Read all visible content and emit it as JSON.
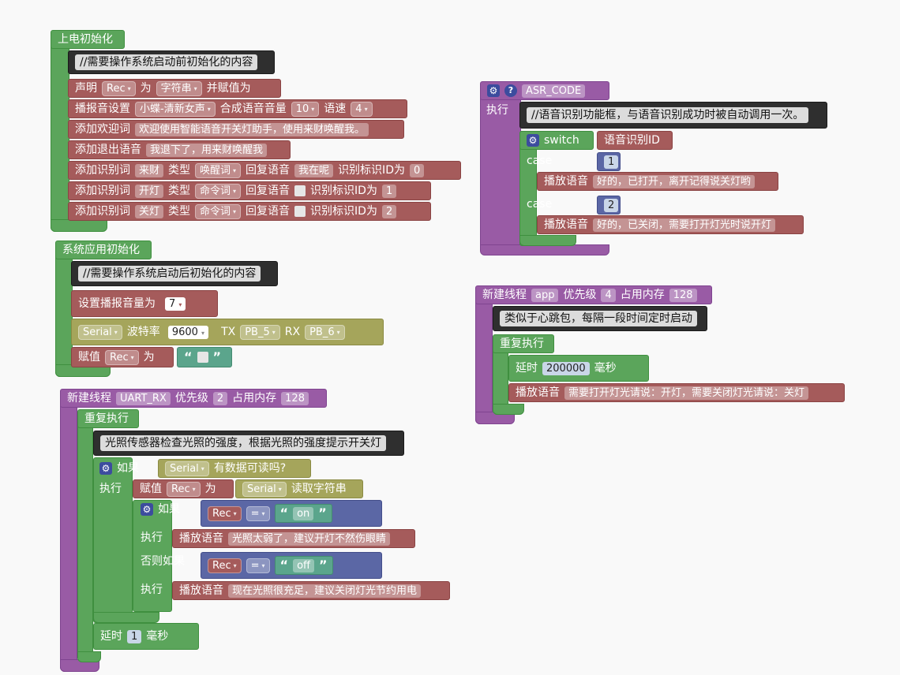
{
  "power_on": {
    "title": "上电初始化",
    "comment": "//需要操作系统启动前初始化的内容",
    "declare": {
      "label": "声明",
      "var": "Rec",
      "as": "为",
      "type": "字符串",
      "assign": "并赋值为"
    },
    "tts": {
      "label": "播报音设置",
      "voice": "小蝶-清新女声",
      "vol_label": "合成语音音量",
      "vol": "10",
      "speed_label": "语速",
      "speed": "4"
    },
    "welcome": {
      "label": "添加欢迎词",
      "text": "欢迎使用智能语音开关灯助手，使用来财唤醒我。"
    },
    "exit": {
      "label": "添加退出语音",
      "text": "我退下了，用来财唤醒我"
    },
    "words": [
      {
        "label": "添加识别词",
        "word": "来财",
        "type_label": "类型",
        "type": "唤醒词",
        "reply_label": "回复语音",
        "reply": "我在呢",
        "id_label": "识别标识ID为",
        "id": "0"
      },
      {
        "label": "添加识别词",
        "word": "开灯",
        "type_label": "类型",
        "type": "命令词",
        "reply_label": "回复语音",
        "reply": "",
        "id_label": "识别标识ID为",
        "id": "1"
      },
      {
        "label": "添加识别词",
        "word": "关灯",
        "type_label": "类型",
        "type": "命令词",
        "reply_label": "回复语音",
        "reply": "",
        "id_label": "识别标识ID为",
        "id": "2"
      }
    ]
  },
  "sys_init": {
    "title": "系统应用初始化",
    "comment": "//需要操作系统启动后初始化的内容",
    "volume_label": "设置播报音量为",
    "volume": "7",
    "serial": "Serial",
    "baud_label": "波特率",
    "baud": "9600",
    "tx_label": "TX",
    "tx": "PB_5",
    "rx_label": "RX",
    "rx": "PB_6",
    "assign_label": "赋值",
    "assign_var": "Rec",
    "assign_as": "为",
    "quote_open": "“",
    "quote_close": "”"
  },
  "uart_thread": {
    "title": "新建线程",
    "name": "UART_RX",
    "prio_label": "优先级",
    "prio": "2",
    "mem_label": "占用内存",
    "mem": "128",
    "loop": "重复执行",
    "comment": "光照传感器检查光照的强度，根据光照的强度提示开关灯",
    "if_label": "如果",
    "serial": "Serial",
    "avail": "有数据可读吗?",
    "do_label": "执行",
    "assign_label": "赋值",
    "var": "Rec",
    "as": "为",
    "read": "读取字符串",
    "inner_if": "如果",
    "eq": "=",
    "val_on": "on",
    "play": "播放语音",
    "say_on": "光照太弱了，建议开灯不然伤眼睛",
    "elif": "否则如果",
    "val_off": "off",
    "say_off": "现在光照很充足，建议关闭灯光节约用电",
    "delay_label": "延时",
    "delay": "1",
    "ms": "毫秒",
    "quote_open": "“",
    "quote_close": "”"
  },
  "asr": {
    "name": "ASR_CODE",
    "do_label": "执行",
    "comment": "//语音识别功能框，与语音识别成功时被自动调用一次。",
    "switch_label": "switch",
    "switch_val": "语音识别ID",
    "case_label": "case",
    "case1": "1",
    "play": "播放语音",
    "say1": "好的，已打开，离开记得说关灯哟",
    "case2": "2",
    "say2": "好的，已关闭，需要打开灯光时说开灯"
  },
  "app_thread": {
    "title": "新建线程",
    "name": "app",
    "prio_label": "优先级",
    "prio": "4",
    "mem_label": "占用内存",
    "mem": "128",
    "comment": "类似于心跳包，每隔一段时间定时启动",
    "loop": "重复执行",
    "delay_label": "延时",
    "delay": "200000",
    "ms": "毫秒",
    "play": "播放语音",
    "say": "需要打开灯光请说：开灯，需要关闭灯光请说：关灯"
  },
  "icons": {
    "gear": "⚙",
    "help": "?",
    "dropdown": "▾"
  }
}
